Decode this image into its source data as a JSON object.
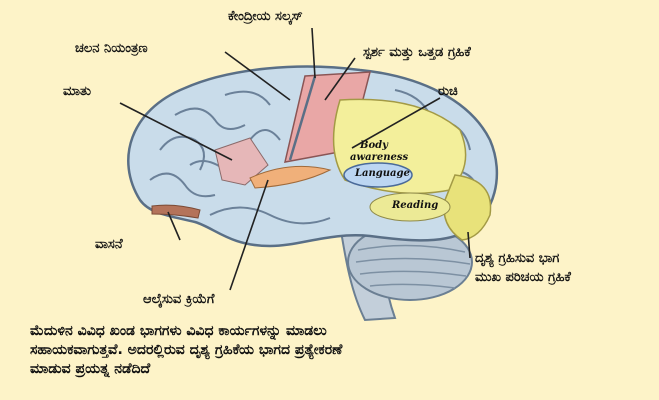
{
  "labels": {
    "central_sulcus": "ಕೇಂದ್ರೀಯ ಸಲ್ಕಸ್",
    "motor_control": "ಚಲನ ನಿಯಂತ್ರಣ",
    "touch_pressure": "ಸ್ಪರ್ಶ ಮತ್ತು ಒತ್ತಡ ಗ್ರಹಿಕೆ",
    "speech": "ಮಾತು",
    "taste": "ರುಚಿ",
    "smell": "ವಾಸನೆ",
    "hearing": "ಆಲೈಸುವ ಕ್ರಿಯೆಗೆ",
    "visual_line1": "ದೃಶ್ಯ ಗ್ರಹಿಸುವ ಭಾಗ",
    "visual_line2": "ಮುಖ ಪರಿಚಯ ಗ್ರಹಿಕೆ"
  },
  "regions": {
    "body_awareness_1": "Body",
    "body_awareness_2": "awareness",
    "language": "Language",
    "reading": "Reading"
  },
  "caption": {
    "line1": "ಮೆದುಳಿನ ವಿವಿಧ ಖಂಡ ಭಾಗಗಳು ವಿವಿಧ ಕಾರ್ಯಗಳನ್ನು ಮಾಡಲು",
    "line2": "ಸಹಾಯಕವಾಗುತ್ತವೆ. ಅದರಲ್ಲಿರುವ ದೃಶ್ಯ ಗ್ರಹಿಕೆಯ ಭಾಗದ ಪ್ರತ್ಯೇಕರಣೆ",
    "line3": "ಮಾಡುವ ಪ್ರಯತ್ನ ನಡೆದಿದೆ"
  },
  "colors": {
    "background": "#fdf3c8",
    "brain_cortex": "#c9dcea",
    "motor_strip": "#e9a7a6",
    "speech_area": "#e6b7b8",
    "sensory_area": "#f3ef9b",
    "visual_area": "#e8e27a",
    "hearing_area": "#f0b07a",
    "language_area": "#bcd6f2",
    "smell_area": "#b4735a",
    "cerebellum": "#b9c7d4"
  }
}
